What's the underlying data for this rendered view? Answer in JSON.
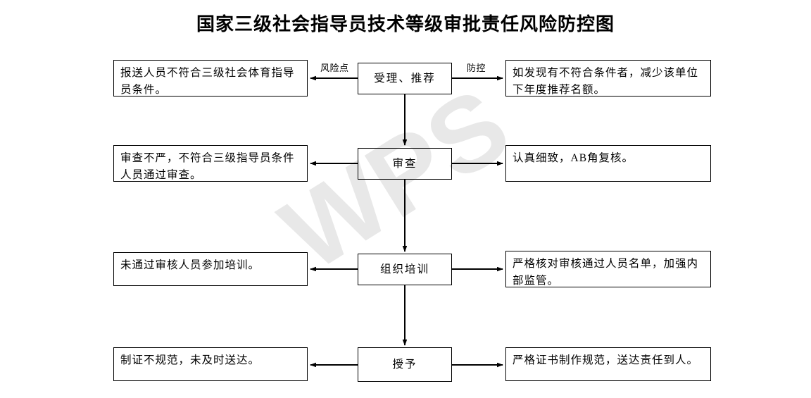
{
  "title": "国家三级社会指导员技术等级审批责任风险防控图",
  "watermark": "WPS",
  "edge_labels": {
    "risk": "风险点",
    "control": "防控"
  },
  "rows": [
    {
      "risk": "报送人员不符合三级社会体育指导员条件。",
      "process": "受理、推荐",
      "control": "如发现有不符合条件者，减少该单位下年度推荐名额。"
    },
    {
      "risk": "审查不严，不符合三级指导员条件人员通过审查。",
      "process": "审查",
      "control": "认真细致，AB角复核。"
    },
    {
      "risk": "未通过审核人员参加培训。",
      "process": "组织培训",
      "control": "严格核对审核通过人员名单，加强内部监管。"
    },
    {
      "risk": "制证不规范，未及时送达。",
      "process": "授予",
      "control": "严格证书制作规范，送达责任到人。"
    }
  ],
  "colors": {
    "stroke": "#000000",
    "background": "#ffffff",
    "watermark": "#e8e8e8"
  }
}
